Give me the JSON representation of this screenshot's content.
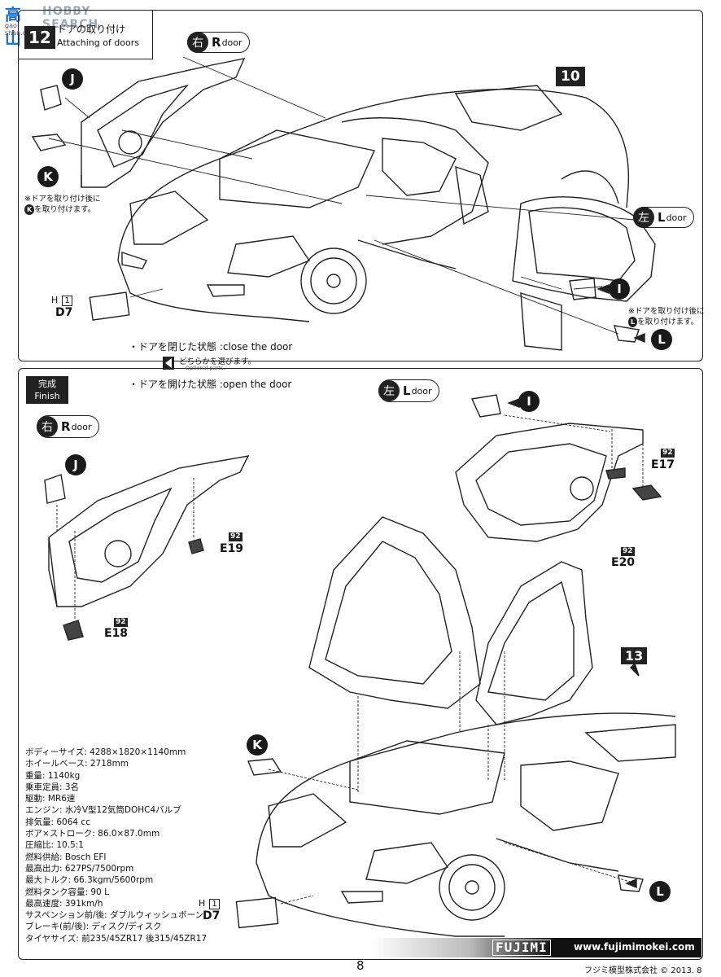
{
  "watermark": {
    "brand": "HOBBY SEARCH",
    "site": "gao-shan.com",
    "cjk": "高山"
  },
  "step": {
    "number": "12",
    "title_ja": "ドアの取り付け",
    "title_en": "Attaching of doors",
    "ref_step": "10"
  },
  "door_labels": {
    "right_kanji": "右",
    "right_letter": "R",
    "right_word": "door",
    "left_kanji": "左",
    "left_letter": "L",
    "left_word": "door"
  },
  "parts": {
    "J": "J",
    "K": "K",
    "I": "I",
    "L": "L"
  },
  "notes": {
    "k_note_1": "※ドアを取り付け後に",
    "k_note_2": "を取り付けます。",
    "l_note_1": "※ドアを取り付け後に",
    "l_note_2": "を取り付けます。"
  },
  "plate": {
    "h": "H",
    "h_num": "1",
    "code": "D7"
  },
  "options": {
    "closed": "・ドアを閉じた状態 :close the door",
    "choose_ja": "どちらかを選びます。",
    "choose_en": "Optional parts.",
    "open": "・ドアを開けた状態 :open the door"
  },
  "finish": {
    "ja": "完成",
    "en": "Finish",
    "ref_step": "13"
  },
  "part_numbers": {
    "e17": "E17",
    "e18": "E18",
    "e19": "E19",
    "e20": "E20",
    "sprue": "92"
  },
  "specs": [
    "ボディーサイズ: 4288×1820×1140mm",
    "ホイールベース: 2718mm",
    "重量: 1140kg",
    "乗車定員: 3名",
    "駆動: MR6速",
    "エンジン: 水冷V型12気筒DOHC4バルブ",
    "排気量: 6064 cc",
    "ボア×ストローク: 86.0×87.0mm",
    "圧縮比: 10.5:1",
    "燃料供給: Bosch EFI",
    "最高出力: 627PS/7500rpm",
    "最大トルク: 66.3kgm/5600rpm",
    "燃料タンク容量: 90 L",
    "最高速度: 391km/h",
    "サスペンション前/後: ダブルウィッシュボーン",
    "ブレーキ(前/後): ディスク/ディスク",
    "タイヤサイズ: 前235/45ZR17 後315/45ZR17"
  ],
  "footer": {
    "brand": "FUJIMI",
    "url": "www.fujimimokei.com",
    "page": "8",
    "company": "フジミ模型株式会社",
    "copyright": "©",
    "year": "2013. 8"
  }
}
